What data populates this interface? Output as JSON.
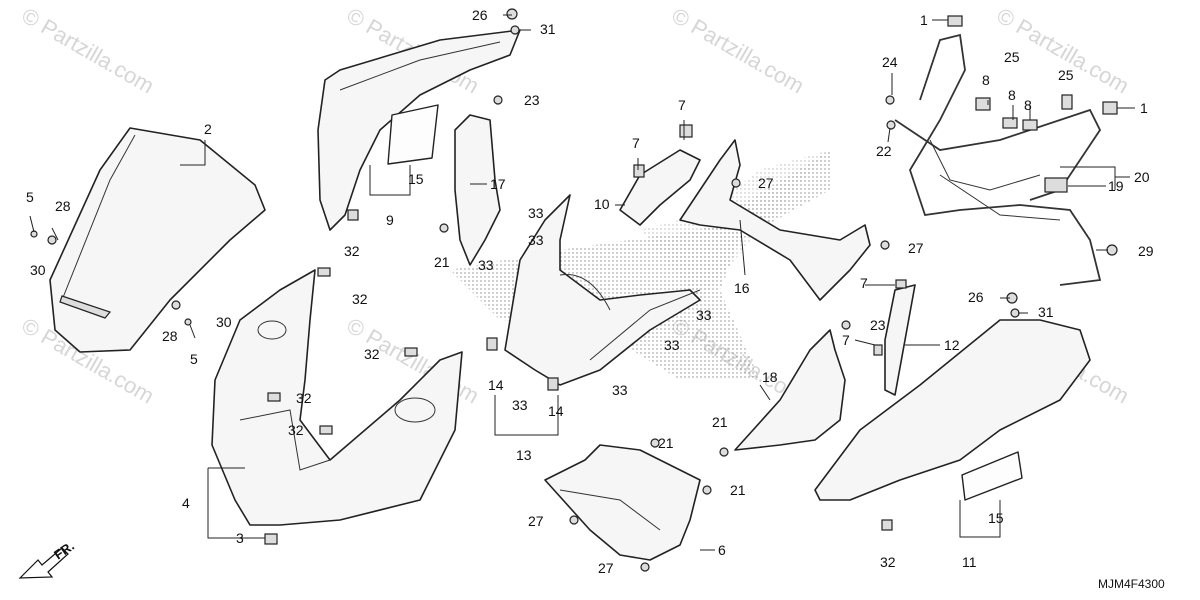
{
  "watermark": {
    "text": "© Partzilla.com"
  },
  "diagram_code": "MJM4F4300",
  "direction_label": "FR.",
  "callouts": {
    "c1a": "1",
    "c1b": "1",
    "c2": "2",
    "c3": "3",
    "c4": "4",
    "c5a": "5",
    "c5b": "5",
    "c6": "6",
    "c7a": "7",
    "c7b": "7",
    "c7c": "7",
    "c7d": "7",
    "c8a": "8",
    "c8b": "8",
    "c8c": "8",
    "c9": "9",
    "c10": "10",
    "c11": "11",
    "c12": "12",
    "c13": "13",
    "c14a": "14",
    "c14b": "14",
    "c15a": "15",
    "c15b": "15",
    "c16": "16",
    "c17": "17",
    "c18": "18",
    "c19": "19",
    "c20": "20",
    "c21a": "21",
    "c21b": "21",
    "c21c": "21",
    "c21d": "21",
    "c22": "22",
    "c23a": "23",
    "c23b": "23",
    "c24": "24",
    "c25a": "25",
    "c25b": "25",
    "c26a": "26",
    "c26b": "26",
    "c27a": "27",
    "c27b": "27",
    "c27c": "27",
    "c27d": "27",
    "c28a": "28",
    "c28b": "28",
    "c29": "29",
    "c30a": "30",
    "c30b": "30",
    "c31a": "31",
    "c31b": "31",
    "c32a": "32",
    "c32b": "32",
    "c32c": "32",
    "c32d": "32",
    "c32e": "32",
    "c32f": "32",
    "c33a": "33",
    "c33b": "33",
    "c33c": "33",
    "c33d": "33",
    "c33e": "33",
    "c33f": "33"
  }
}
